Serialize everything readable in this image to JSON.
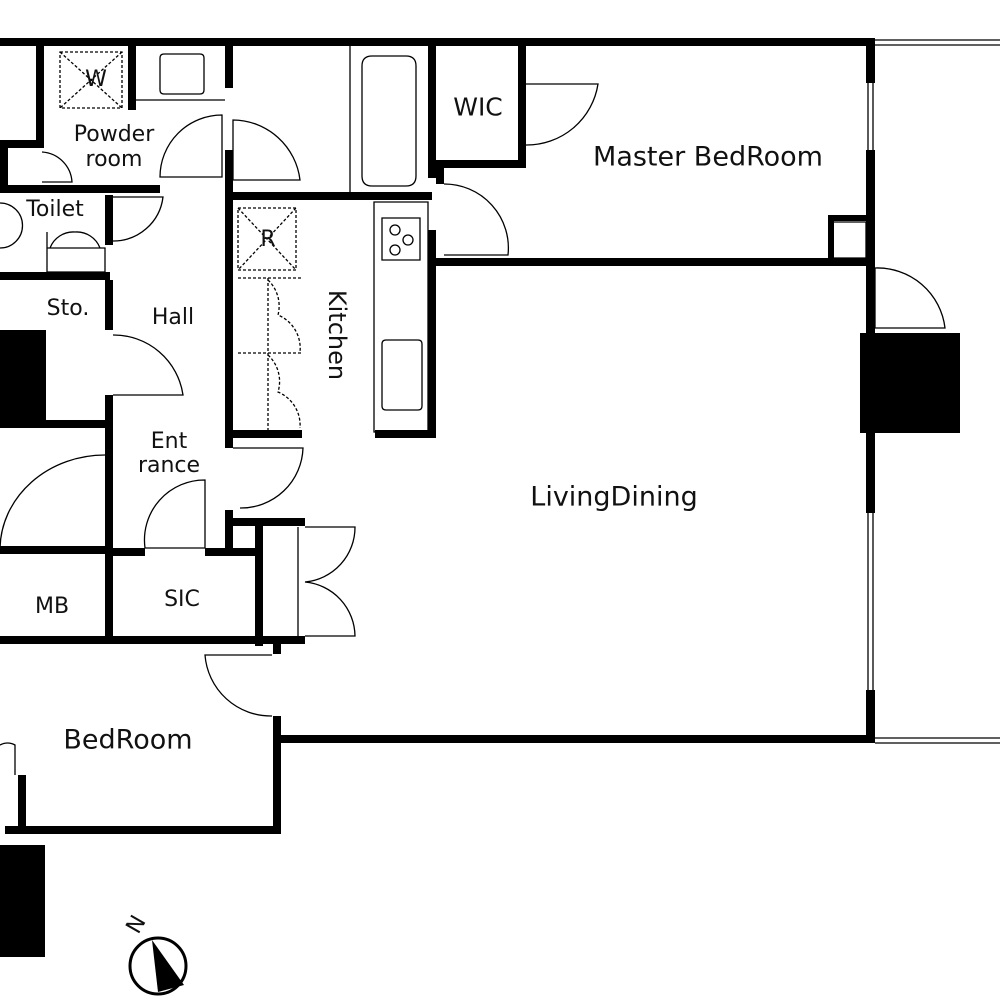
{
  "rooms": {
    "wic": "WIC",
    "master_bedroom": "Master BedRoom",
    "powder_room_1": "Powder",
    "powder_room_2": "room",
    "toilet": "Toilet",
    "storage": "Sto.",
    "hall": "Hall",
    "kitchen": "Kitchen",
    "entrance_1": "Ent",
    "entrance_2": "rance",
    "living_dining": "LivingDining",
    "mb": "MB",
    "sic": "SIC",
    "bedroom": "BedRoom"
  },
  "fixtures": {
    "washer": "W",
    "refrigerator": "R"
  },
  "compass": {
    "label": "N"
  }
}
